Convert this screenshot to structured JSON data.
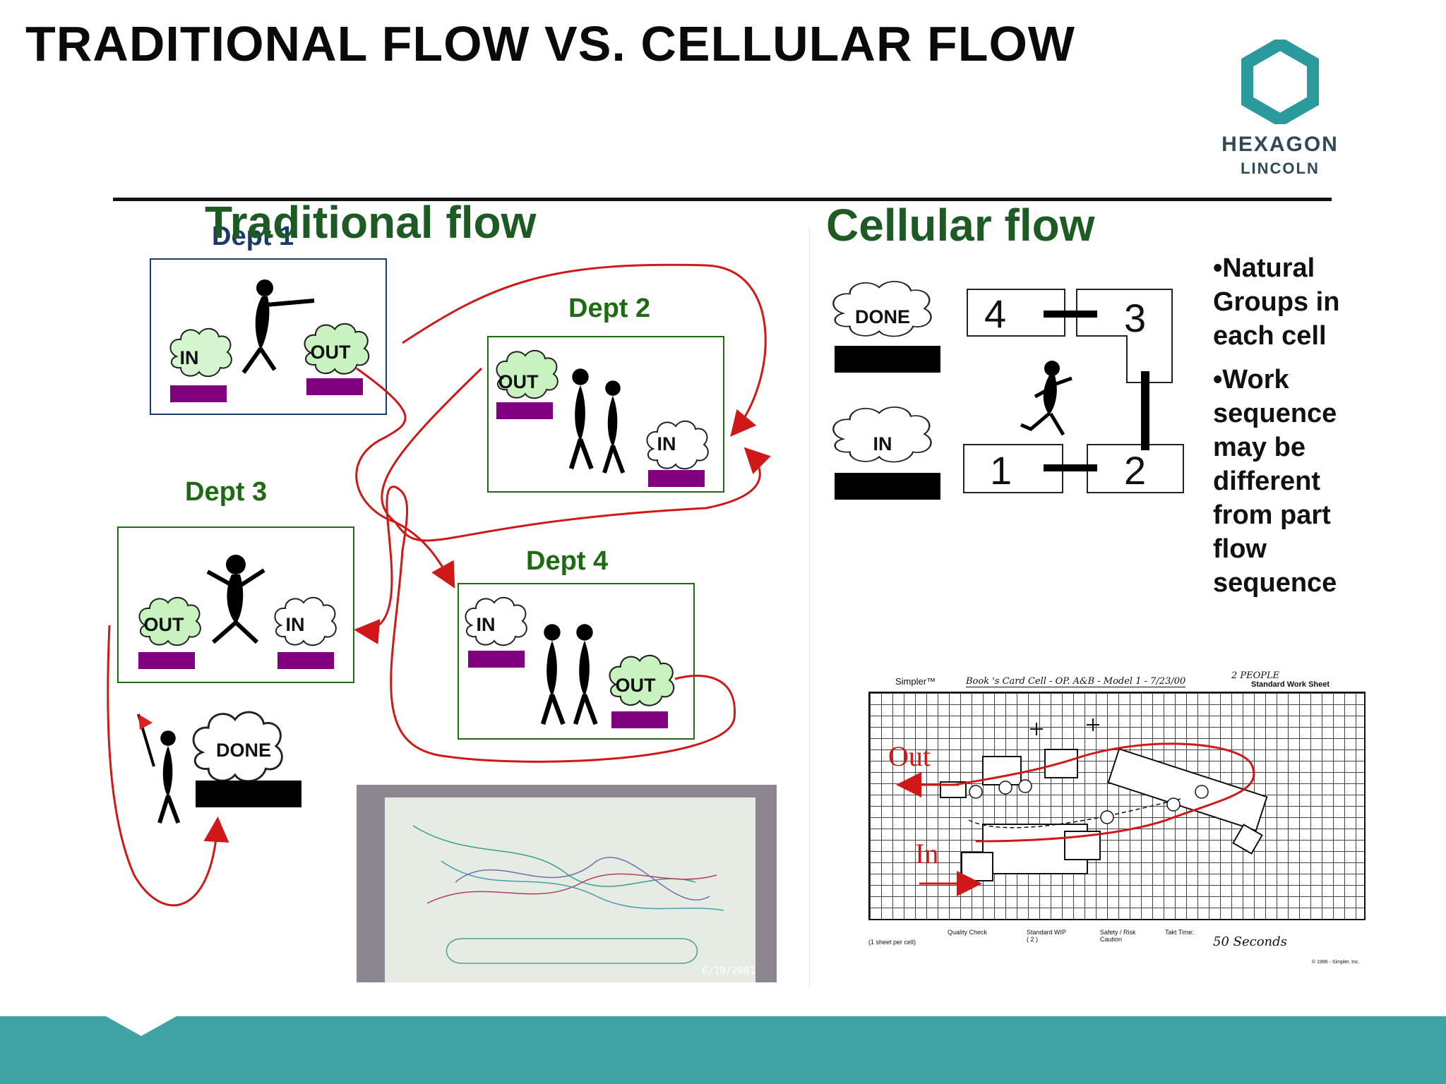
{
  "slide": {
    "title": "TRADITIONAL FLOW VS. CELLULAR FLOW"
  },
  "logo": {
    "line1": "HEXAGON",
    "line2": "LINCOLN",
    "color": "#2a9a9c"
  },
  "traditional": {
    "title": "Traditional flow",
    "dept1": {
      "label": "Dept 1",
      "in": "IN",
      "out": "OUT"
    },
    "dept2": {
      "label": "Dept 2",
      "in": "IN",
      "out": "OUT"
    },
    "dept3": {
      "label": "Dept 3",
      "in": "IN",
      "out": "OUT"
    },
    "dept4": {
      "label": "Dept 4",
      "in": "IN",
      "out": "OUT"
    },
    "done": "DONE",
    "photo_date": "6/19/2001"
  },
  "cellular": {
    "title": "Cellular flow",
    "done": "DONE",
    "in": "IN",
    "cells": [
      "4",
      "3",
      "1",
      "2"
    ],
    "bullets": [
      "•Natural Groups in each cell",
      "•Work sequence may be different from part flow sequence"
    ],
    "sheet": {
      "brand": "Simpler™",
      "header": "Book 's Card Cell - OP. A&B - Model 1 - 7/23/00",
      "people": "2 PEOPLE",
      "sheet_title": "Standard Work Sheet",
      "out_label": "Out",
      "in_label": "In",
      "legend_sheet": "(1 sheet per cell)",
      "legend_quality": "Quality Check",
      "legend_wip": "Standard WIP ( 2 )",
      "legend_safety": "Safety / Risk Caution",
      "takt_label": "Takt Time:",
      "takt_value": "50 Seconds",
      "copyright": "© 1996 - Simpler, Inc."
    }
  },
  "colors": {
    "title_green": "#1e5a23",
    "dept_green": "#1e6b14",
    "dept1_blue": "#1a3a6e",
    "arrow_red": "#d01818",
    "bar_purple": "#800080",
    "band_teal": "#3fa3a6"
  }
}
